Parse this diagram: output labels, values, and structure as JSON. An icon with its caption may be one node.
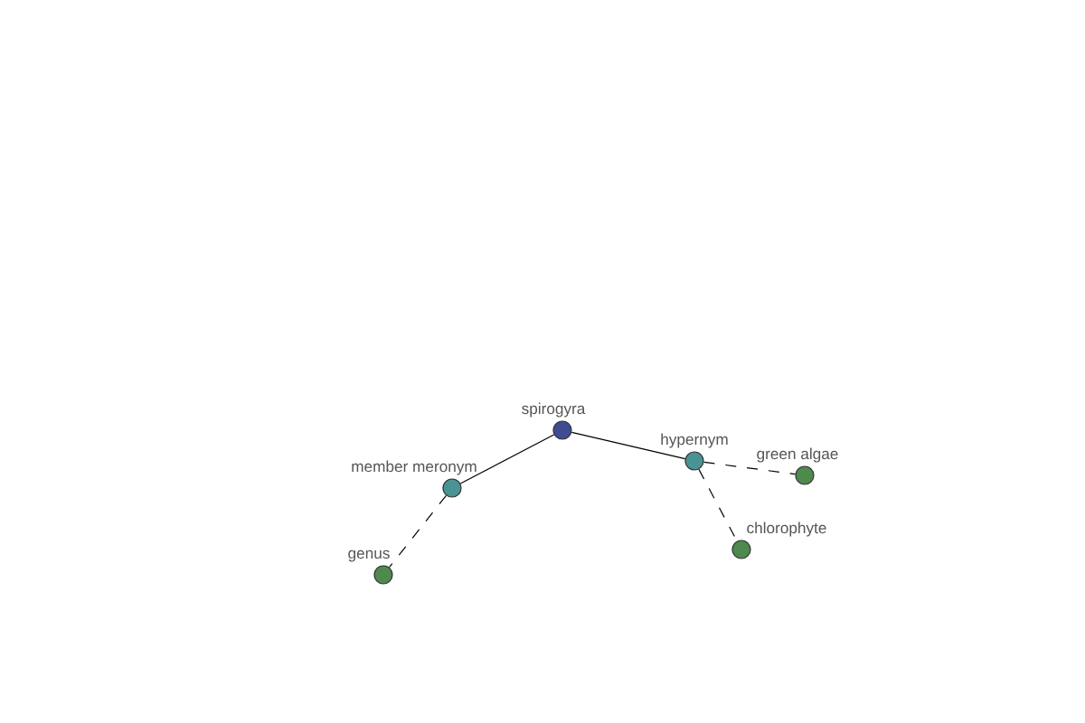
{
  "diagram": {
    "nodes": [
      {
        "text": [
          "spirogyra"
        ]
      },
      {
        "text": [
          "hypernym"
        ]
      },
      {
        "text": [
          "green algae"
        ]
      },
      {
        "text": [
          "member meronym"
        ]
      },
      {
        "text": [
          "chlorophyte"
        ]
      },
      {
        "text": [
          "genus"
        ]
      }
    ],
    "edges": [
      {
        "from": 0,
        "to": 3,
        "arrow": "none"
      },
      {
        "from": 0,
        "to": 1,
        "arrow": "none"
      },
      {
        "from": 1,
        "to": 2,
        "arrow": "none",
        "style": "dashed"
      },
      {
        "from": 1,
        "to": 4,
        "arrow": "none",
        "style": "dashed"
      },
      {
        "from": 3,
        "to": 5,
        "arrow": "none",
        "style": "dashed"
      }
    ]
  }
}
